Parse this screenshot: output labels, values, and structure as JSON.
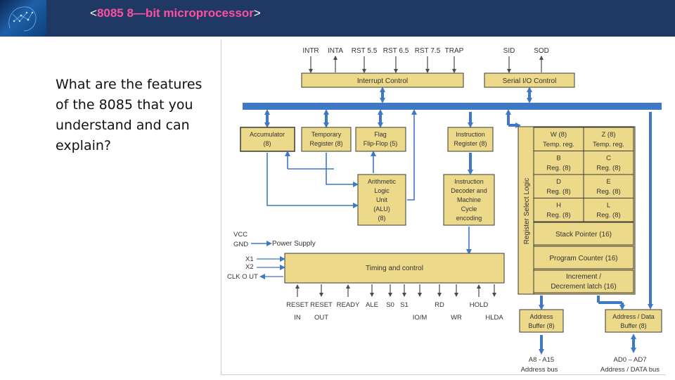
{
  "header": {
    "title_open": "<",
    "title": "8085 8—bit microprocessor",
    "title_close": ">"
  },
  "question": "What are the features of the 8085 that you understand and can explain?",
  "diagram": {
    "interrupt_signals": [
      "INTR",
      "INTA",
      "RST 5.5",
      "RST 6.5",
      "RST 7.5",
      "TRAP"
    ],
    "serial_signals": [
      "SID",
      "SOD"
    ],
    "interrupt_control": "Interrupt Control",
    "serial_control": "Serial I/O Control",
    "accumulator": [
      "Accumulator",
      "(8)"
    ],
    "temp_register": [
      "Temporary",
      "Register (8)"
    ],
    "flag": [
      "Flag",
      "Flip-Flop (5)"
    ],
    "instruction_register": [
      "Instruction",
      "Register (8)"
    ],
    "alu": [
      "Arithmetic",
      "Logic",
      "Unit",
      "(ALU)",
      "(8)"
    ],
    "decoder": [
      "Instruction",
      "Decoder and",
      "Machine",
      "Cycle",
      "encoding"
    ],
    "register_select": "Register Select Logic",
    "registers": [
      {
        "name": "W (8)",
        "sub": "Temp. reg."
      },
      {
        "name": "Z (8)",
        "sub": "Temp. reg."
      },
      {
        "name": "B",
        "sub": "Reg. (8)"
      },
      {
        "name": "C",
        "sub": "Reg. (8)"
      },
      {
        "name": "D",
        "sub": "Reg. (8)"
      },
      {
        "name": "E",
        "sub": "Reg. (8)"
      },
      {
        "name": "H",
        "sub": "Reg. (8)"
      },
      {
        "name": "L",
        "sub": "Reg. (8)"
      }
    ],
    "stack_pointer": "Stack Pointer (16)",
    "program_counter": "Program Counter (16)",
    "inc_dec": [
      "Increment /",
      "Decrement latch (16)"
    ],
    "power": [
      "VCC",
      "GND"
    ],
    "power_supply": "Power Supply",
    "clock": [
      "X1",
      "X2",
      "CLK O UT"
    ],
    "timing_control": "Timing and control",
    "control_signals": [
      {
        "top": "RESET",
        "bottom": "IN"
      },
      {
        "top": "RESET",
        "bottom": "OUT"
      },
      {
        "top": "READY",
        "bottom": ""
      },
      {
        "top": "ALE",
        "bottom": ""
      },
      {
        "top": "S0",
        "bottom": ""
      },
      {
        "top": "S1",
        "bottom": ""
      },
      {
        "top": "",
        "bottom": "IO/M"
      },
      {
        "top": "RD",
        "bottom": ""
      },
      {
        "top": "",
        "bottom": "WR"
      },
      {
        "top": "HOLD",
        "bottom": ""
      },
      {
        "top": "",
        "bottom": "HLDA"
      }
    ],
    "address_buffer": [
      "Address",
      "Buffer (8)"
    ],
    "address_data_buffer": [
      "Address / Data",
      "Buffer (8)"
    ],
    "address_bus": [
      "A8 - A15",
      "Address bus"
    ],
    "address_data_bus": [
      "AD0 – AD7",
      "Address / DATA bus"
    ]
  },
  "colors": {
    "header_bg": "#1f3864",
    "title": "#ff4fa0",
    "block_fill": "#ecd98a",
    "block_border": "#3a3a3a",
    "bus": "#3f78c4",
    "arrow_dark": "#4a4a4a"
  }
}
